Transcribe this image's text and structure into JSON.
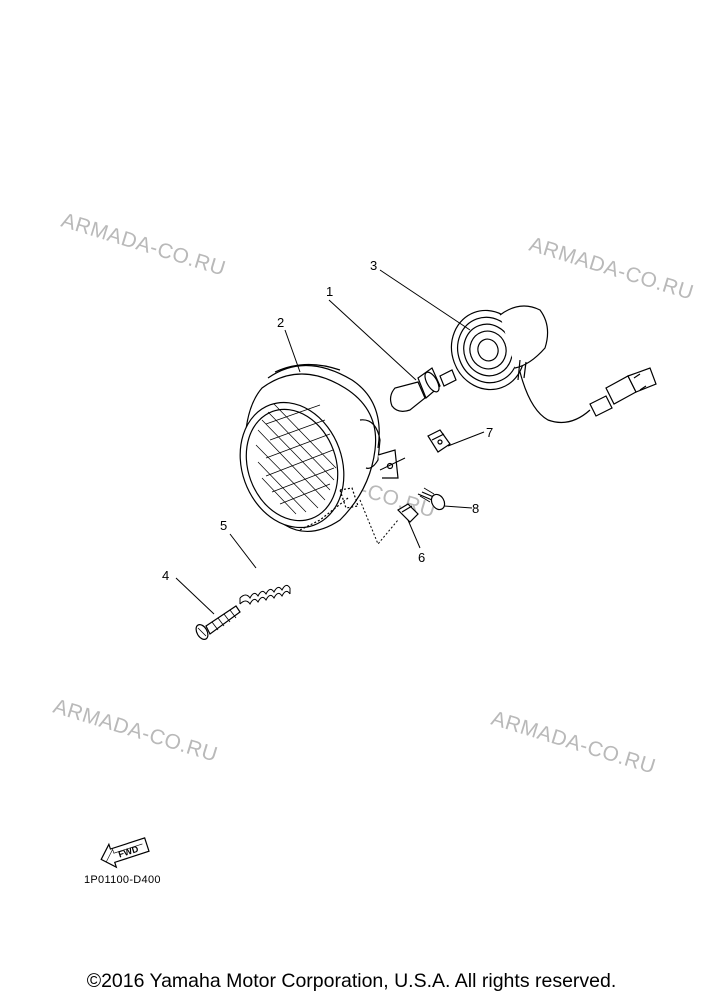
{
  "watermarks": [
    "ARMADA-CO.RU",
    "ARMADA-CO.RU",
    "ARMADA-CO.RU",
    "ARMADA-CO.RU",
    "ARMADA-CO.RU"
  ],
  "callouts": [
    "1",
    "2",
    "3",
    "4",
    "5",
    "6",
    "7",
    "8"
  ],
  "fwd_label": "FWD",
  "part_number": "1P01100-D400",
  "copyright": "©2016 Yamaha Motor Corporation, U.S.A. All rights reserved.",
  "parts": [
    {
      "id": "1",
      "icon": "bulb-icon"
    },
    {
      "id": "2",
      "icon": "headlight-lens-icon"
    },
    {
      "id": "3",
      "icon": "bulb-socket-icon"
    },
    {
      "id": "4",
      "icon": "screw-icon"
    },
    {
      "id": "5",
      "icon": "spring-icon"
    },
    {
      "id": "6",
      "icon": "nut-icon"
    },
    {
      "id": "7",
      "icon": "clip-icon"
    },
    {
      "id": "8",
      "icon": "screw-icon"
    }
  ]
}
